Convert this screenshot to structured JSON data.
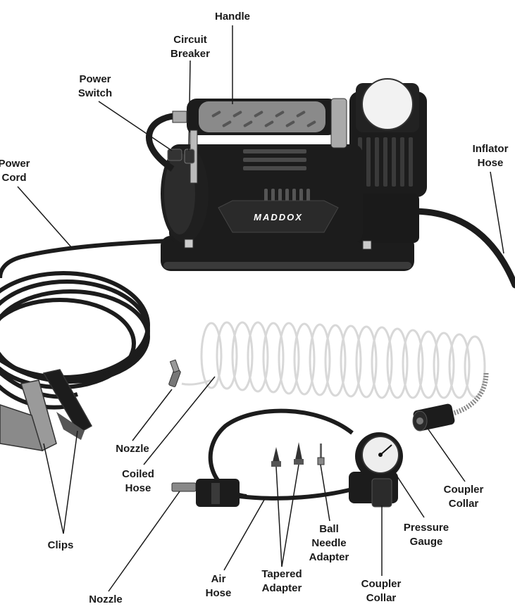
{
  "brand": "MADDOX",
  "labels": {
    "handle": [
      "Handle"
    ],
    "circuit_breaker": [
      "Circuit",
      "Breaker"
    ],
    "power_switch": [
      "Power",
      "Switch"
    ],
    "power_cord": [
      "Power",
      "Cord"
    ],
    "inflator_hose": [
      "Inflator",
      "Hose"
    ],
    "nozzle_coil": [
      "Nozzle"
    ],
    "coiled_hose": [
      "Coiled",
      "Hose"
    ],
    "clips": [
      "Clips"
    ],
    "coupler_collar_right": [
      "Coupler",
      "Collar"
    ],
    "pressure_gauge": [
      "Pressure",
      "Gauge"
    ],
    "ball_needle_adapter": [
      "Ball",
      "Needle",
      "Adapter"
    ],
    "air_hose": [
      "Air",
      "Hose"
    ],
    "tapered_adapter": [
      "Tapered",
      "Adapter"
    ],
    "coupler_collar_bottom": [
      "Coupler",
      "Collar"
    ],
    "nozzle_air": [
      "Nozzle"
    ]
  },
  "colors": {
    "ink": "#1a1a1a",
    "body": "#1c1c1c",
    "grip": "#8a8a8a",
    "hose_coil": "#f2f2f2",
    "clip": "#9a9a9a"
  }
}
